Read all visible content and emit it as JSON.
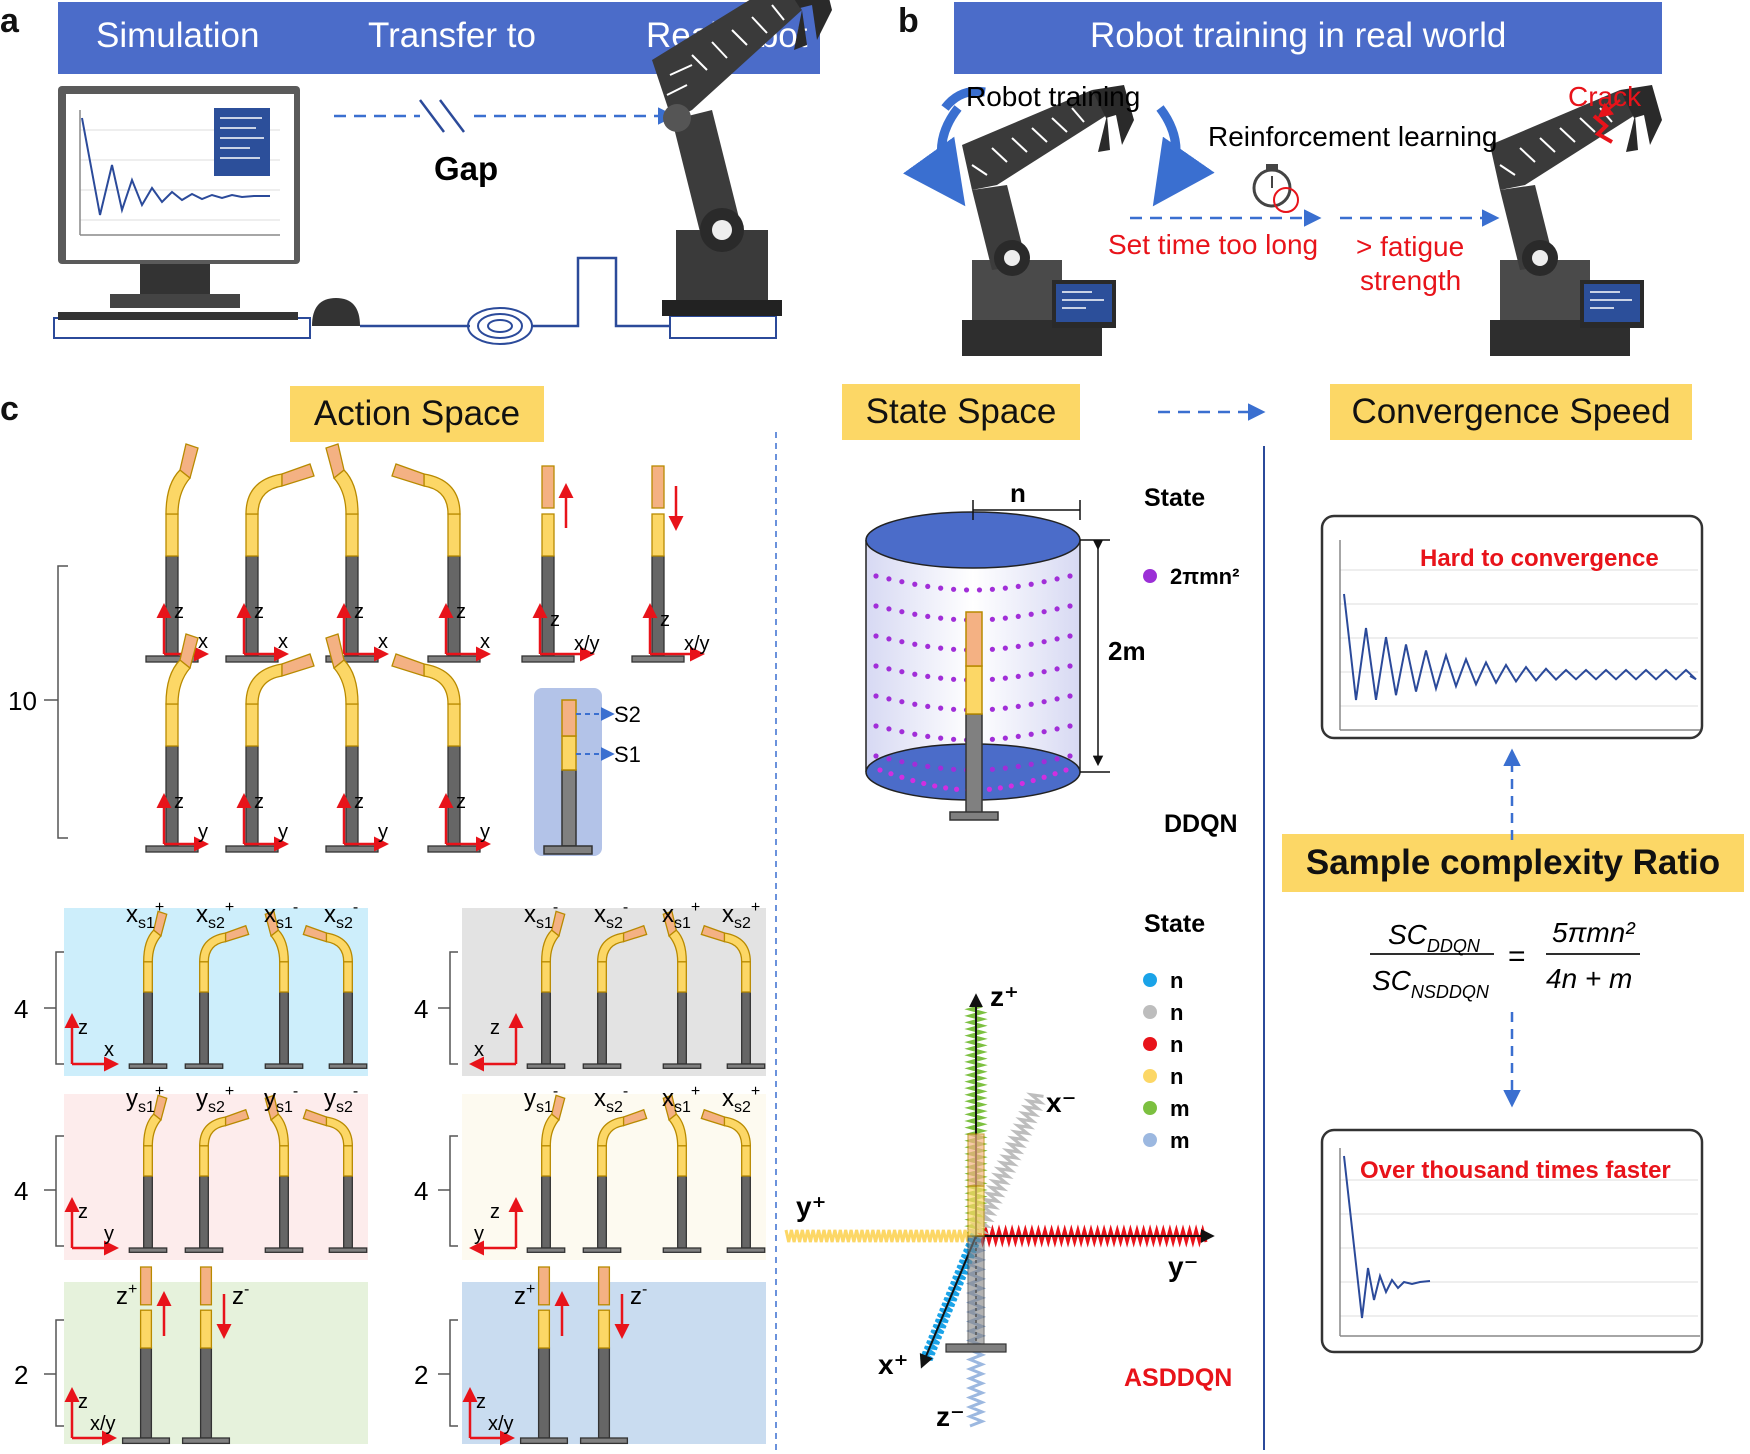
{
  "panel_a": {
    "letter": "a",
    "banner": {
      "left": "Simulation",
      "middle": "Transfer to",
      "right": "Real robot"
    },
    "gap_label": "Gap"
  },
  "panel_b": {
    "letter": "b",
    "banner": "Robot training in  real world",
    "robot_training": "Robot training",
    "reinforcement": "Reinforcement learning",
    "set_time": "Set time too long",
    "fatigue_1": "> fatigue",
    "fatigue_2": "strength",
    "crack": "Crack"
  },
  "panel_c": {
    "letter": "c",
    "action_space": "Action Space",
    "state_space": "State Space",
    "convergence_speed": "Convergence Speed",
    "count_10": "10",
    "count_4": "4",
    "count_2": "2",
    "s1": "S1",
    "s2": "S2",
    "axis_z": "z",
    "axis_x": "x",
    "axis_y": "y",
    "axis_xy": "x/y",
    "cyl_n": "n",
    "cyl_2m": "2m",
    "state_label": "State",
    "state_formula": "2πmn²",
    "ddqn": "DDQN",
    "asddqn": "ASDDQN",
    "legend_vals": [
      "n",
      "n",
      "n",
      "n",
      "m",
      "m"
    ],
    "legend_colors": [
      "#1aa3e8",
      "#bdbdbd",
      "#e8131a",
      "#fcd766",
      "#7cc040",
      "#9cb8e0"
    ],
    "z_plus": "z⁺",
    "z_minus": "z⁻",
    "x_plus": "x⁺",
    "x_minus": "x⁻",
    "y_plus": "y⁺",
    "y_minus": "y⁻",
    "hard_conv": "Hard to convergence",
    "faster": "Over thousand times faster",
    "scr_title": "Sample complexity Ratio",
    "frac_lhs_num": "SC",
    "frac_lhs_num_sub": "DDQN",
    "frac_lhs_den": "SC",
    "frac_lhs_den_sub": "NSDDQN",
    "frac_rhs_num": "5πmn²",
    "frac_rhs_den": "4n + m",
    "eq": "=",
    "box_labels": {
      "blue": [
        "x",
        "s1",
        "+",
        "x",
        "s2",
        "+",
        "x",
        "s1",
        "-",
        "x",
        "s2",
        "-"
      ],
      "grey": [
        "x",
        "s1",
        "-",
        "x",
        "s2",
        "-",
        "x",
        "s1",
        "+",
        "x",
        "s2",
        "+"
      ],
      "pink": [
        "y",
        "s1",
        "+",
        "y",
        "s2",
        "+",
        "y",
        "s1",
        "-",
        "y",
        "s2",
        "-"
      ],
      "cream": [
        "y",
        "s1",
        "-",
        "x",
        "s2",
        "-",
        "x",
        "s1",
        "+",
        "x",
        "s2",
        "+"
      ],
      "green": [
        "z",
        "+",
        "z",
        "-"
      ],
      "lblue": [
        "z",
        "+",
        "z",
        "-"
      ]
    },
    "colors": {
      "banner": "#4b6cc9",
      "label": "#fcd766",
      "red": "#e8131a",
      "arrow": "#3a6fd0"
    }
  }
}
